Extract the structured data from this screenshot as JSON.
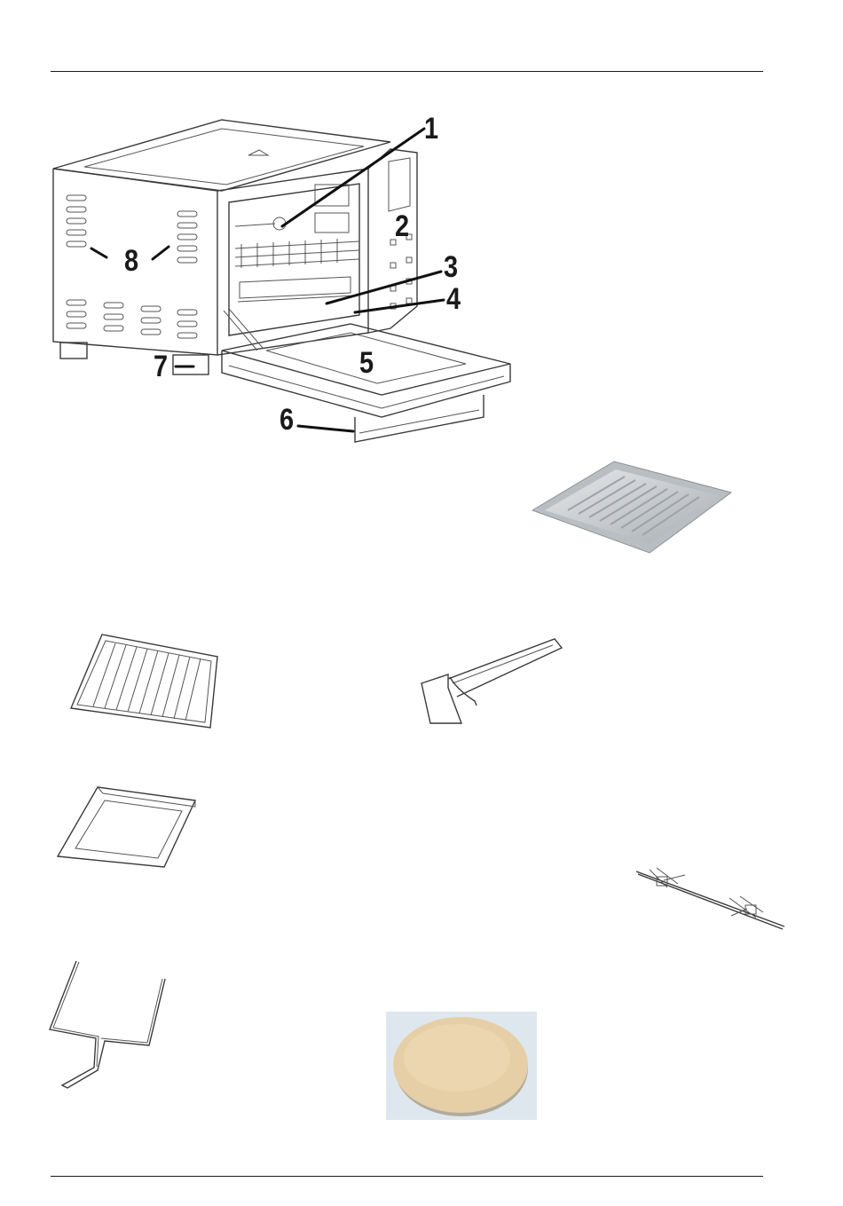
{
  "page": {
    "callouts": [
      "1",
      "2",
      "3",
      "4",
      "5",
      "6",
      "7",
      "8"
    ]
  },
  "colors": {
    "line": "#3a3a3a",
    "leader": "#111111",
    "tray": "#c9cdd1",
    "pizza_stone": "#e6cfa6"
  },
  "icons": [
    "oven-illustration",
    "baking-tray-photo",
    "wire-rack-icon",
    "tray-handle-icon",
    "crumb-tray-icon",
    "rotisserie-spit-icon",
    "rotisserie-handle-icon",
    "pizza-stone-photo"
  ]
}
